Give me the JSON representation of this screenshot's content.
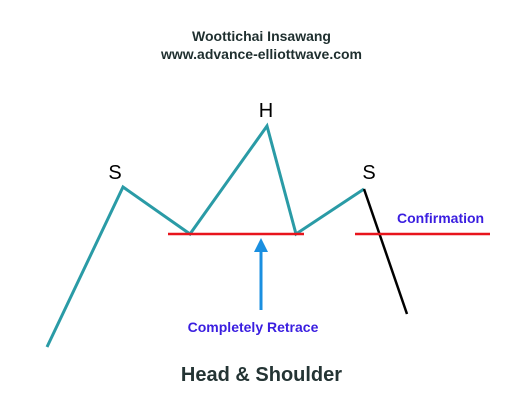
{
  "header": {
    "author": "Woottichai Insawang",
    "website": "www.advance-elliottwave.com"
  },
  "labels": {
    "left_shoulder": "S",
    "head": "H",
    "right_shoulder": "S",
    "confirmation": "Confirmation",
    "completely_retrace": "Completely Retrace"
  },
  "caption": "Head & Shoulder",
  "colors": {
    "price_line": "#2a9ba6",
    "breakdown_line": "#000000",
    "neckline": "#e8141c",
    "arrow": "#1a8fe0",
    "annotation_text": "#3a1ee0",
    "title_text": "#1f2f2f"
  }
}
